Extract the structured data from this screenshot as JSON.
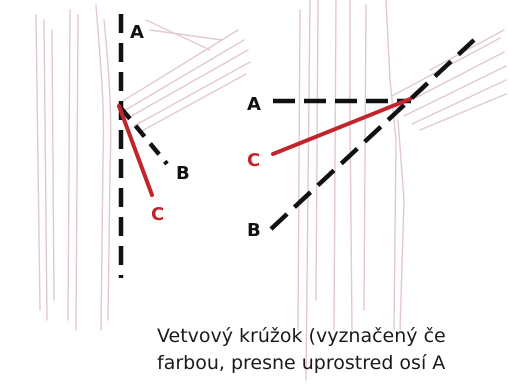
{
  "labels": {
    "left": {
      "a": "A",
      "b": "B",
      "c": "C"
    },
    "right": {
      "a": "A",
      "b": "B",
      "c": "C"
    }
  },
  "caption": {
    "line1": "Vetvový krúžok (vyznačený če",
    "line2": "farbou, presne uprostred osí A"
  },
  "colors": {
    "dashed_line": "#111111",
    "red_line": "#c0252e",
    "sketch_lines": "#e2c9ce",
    "text": "#1a1a1a"
  }
}
